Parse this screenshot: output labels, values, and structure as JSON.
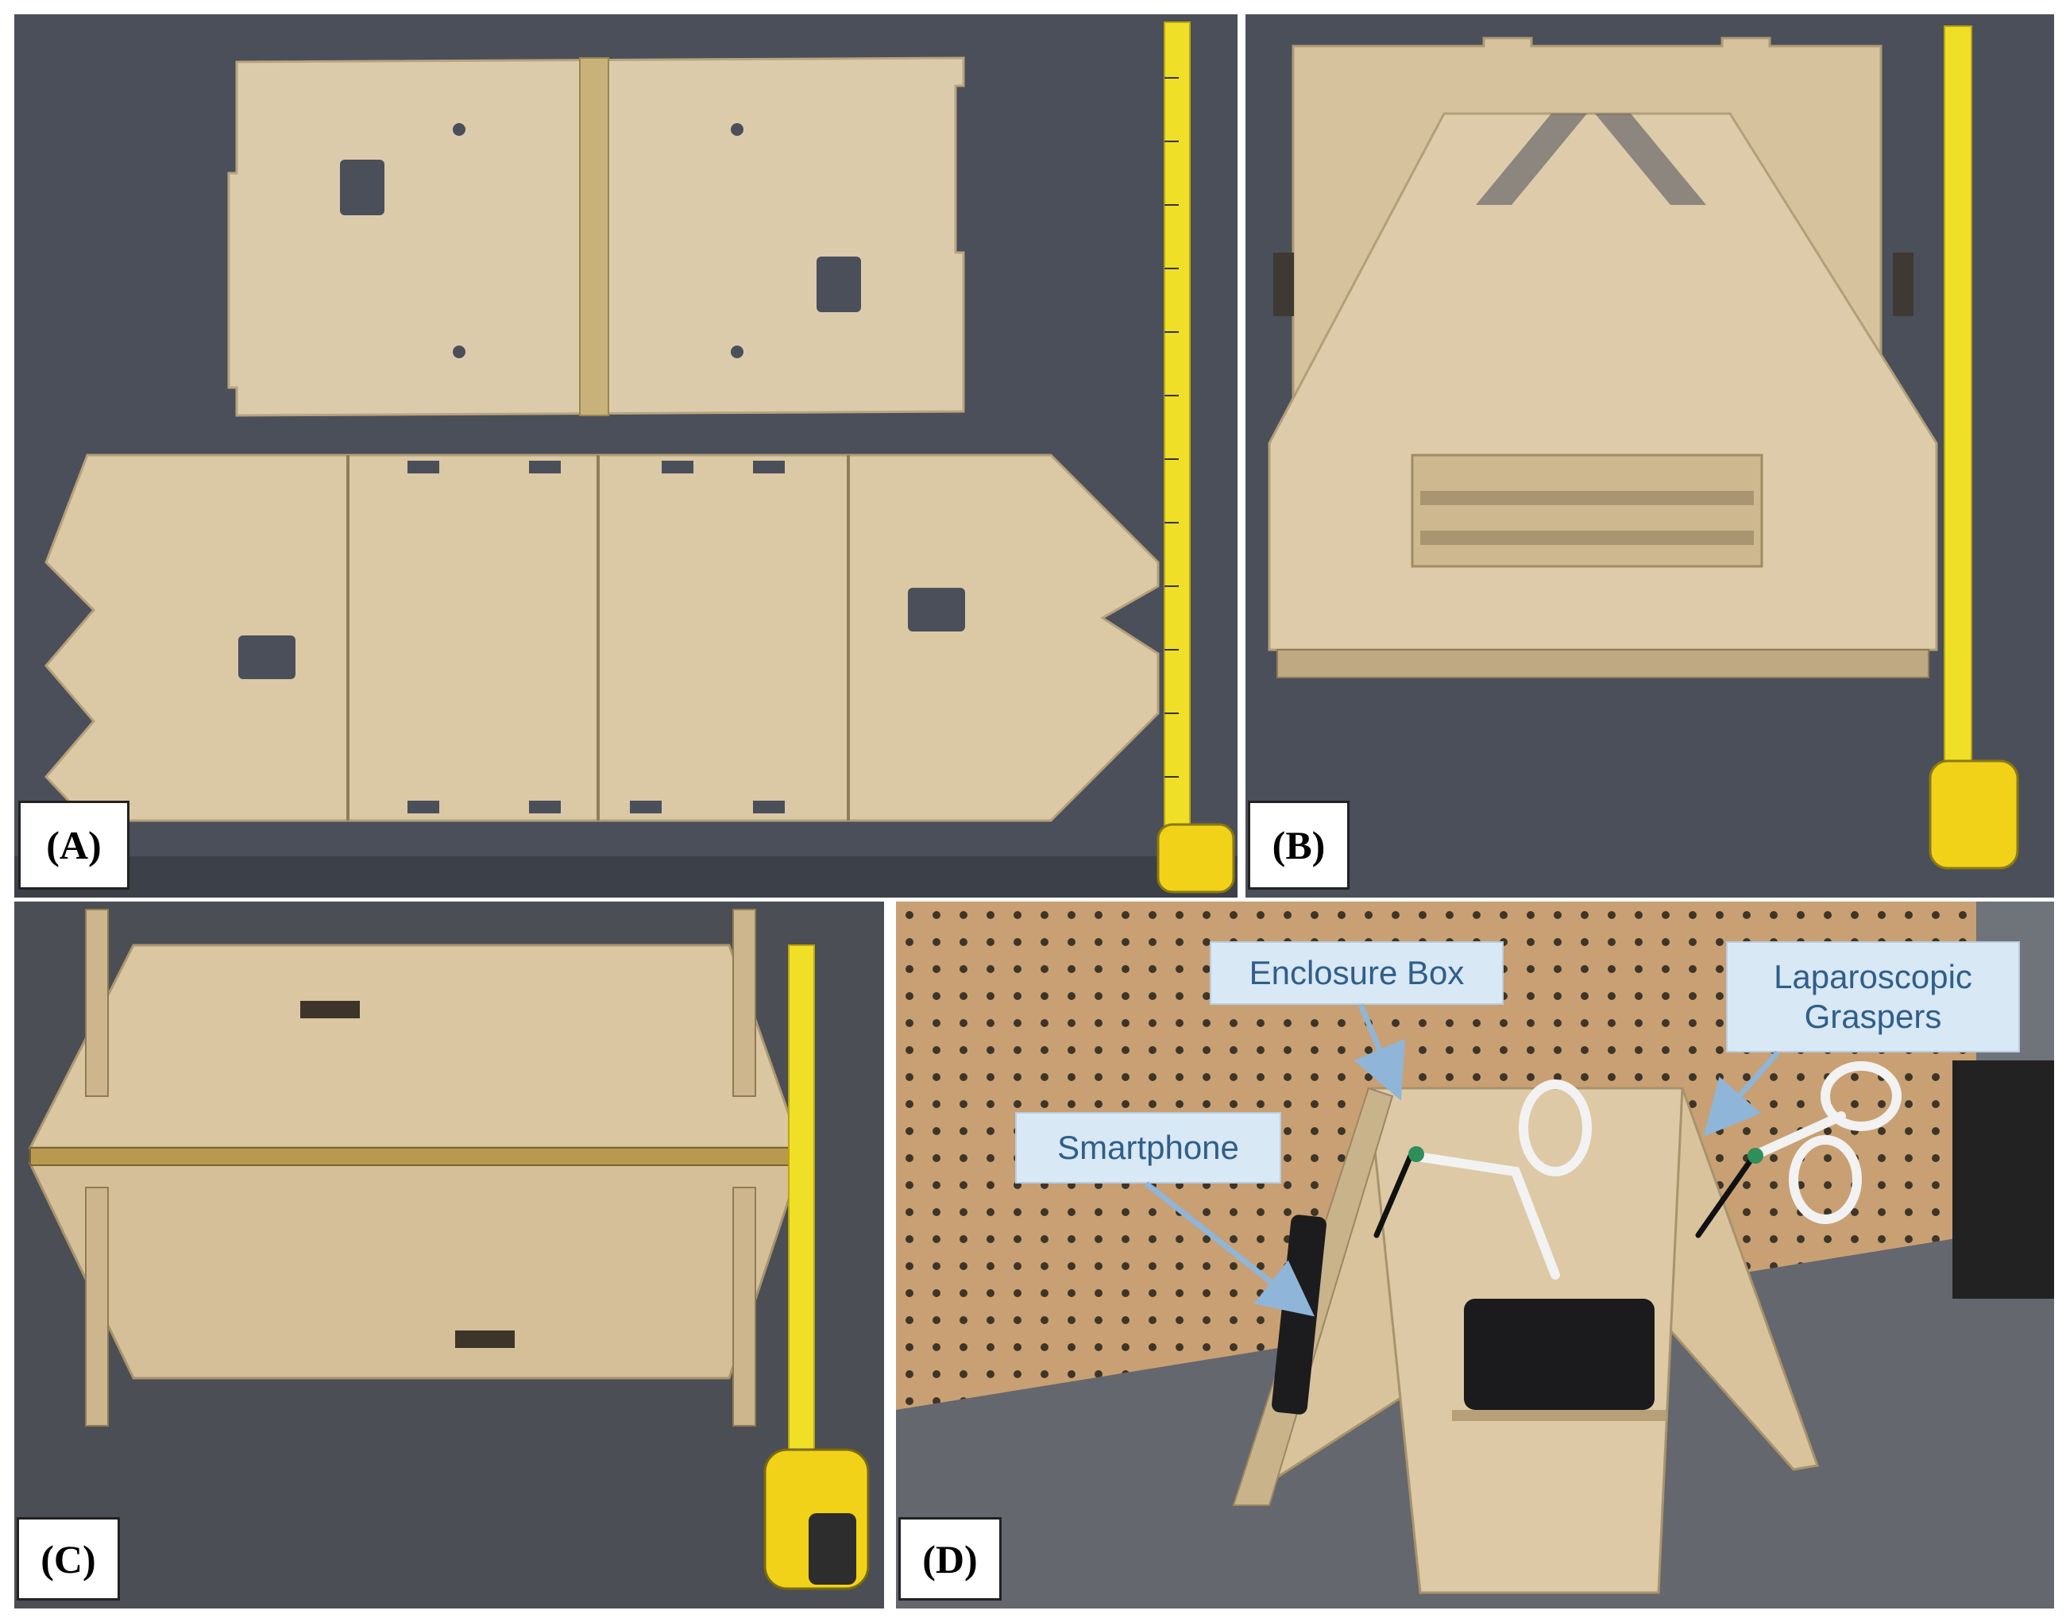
{
  "panels": [
    {
      "id": "A",
      "label": "(A)"
    },
    {
      "id": "B",
      "label": "(B)"
    },
    {
      "id": "C",
      "label": "(C)"
    },
    {
      "id": "D",
      "label": "(D)"
    }
  ],
  "callouts": {
    "enclosure_box": "Enclosure Box",
    "laparoscopic_graspers_line1": "Laparoscopic",
    "laparoscopic_graspers_line2": "Graspers",
    "smartphone": "Smartphone"
  },
  "colors": {
    "background_dark": "#4a4f58",
    "plywood": "#dcc9a7",
    "tape_yellow": "#f2e22a",
    "pegboard": "#c9a073",
    "callout_fill": "#d9e8f5",
    "callout_text": "#2f5f8a"
  }
}
